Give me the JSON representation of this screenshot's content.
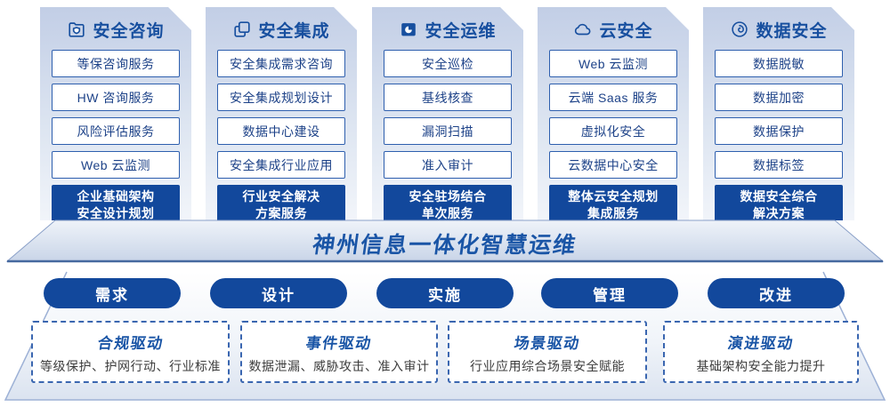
{
  "colors": {
    "brand_blue": "#12489c",
    "title_blue": "#1a55a6",
    "box_border_blue": "#2e5fae",
    "box_text_blue": "#1d4288",
    "card_top_tint": "#c2cee6",
    "band_line_blue": "#46699f",
    "dashed_border_blue": "#3a66b0",
    "desc_gray": "#3d3d3d"
  },
  "columns": [
    {
      "title": "安全咨询",
      "icon": "folder-shield-icon",
      "items": [
        "等保咨询服务",
        "HW 咨询服务",
        "风险评估服务",
        "Web 云监测"
      ],
      "highlight_lines": [
        "企业基础架构",
        "安全设计规划"
      ]
    },
    {
      "title": "安全集成",
      "icon": "copy-docs-icon",
      "items": [
        "安全集成需求咨询",
        "安全集成规划设计",
        "数据中心建设",
        "安全集成行业应用"
      ],
      "highlight_lines": [
        "行业安全解决",
        "方案服务"
      ]
    },
    {
      "title": "安全运维",
      "icon": "pie-folder-icon",
      "items": [
        "安全巡检",
        "基线核查",
        "漏洞扫描",
        "准入审计"
      ],
      "highlight_lines": [
        "安全驻场结合",
        "单次服务"
      ]
    },
    {
      "title": "云安全",
      "icon": "cloud-icon",
      "items": [
        "Web 云监测",
        "云端 Saas 服务",
        "虚拟化安全",
        "云数据中心安全"
      ],
      "highlight_lines": [
        "整体云安全规划",
        "集成服务"
      ]
    },
    {
      "title": "数据安全",
      "icon": "fingerprint-icon",
      "items": [
        "数据脱敏",
        "数据加密",
        "数据保护",
        "数据标签"
      ],
      "highlight_lines": [
        "数据安全综合",
        "解决方案"
      ]
    }
  ],
  "banner": {
    "title": "神州信息一体化智慧运维"
  },
  "process_pills": [
    "需求",
    "设计",
    "实施",
    "管理",
    "改进"
  ],
  "drivers": [
    {
      "title": "合规驱动",
      "desc": "等级保护、护网行动、行业标准"
    },
    {
      "title": "事件驱动",
      "desc": "数据泄漏、威胁攻击、准入审计"
    },
    {
      "title": "场景驱动",
      "desc": "行业应用综合场景安全赋能"
    },
    {
      "title": "演进驱动",
      "desc": "基础架构安全能力提升"
    }
  ]
}
